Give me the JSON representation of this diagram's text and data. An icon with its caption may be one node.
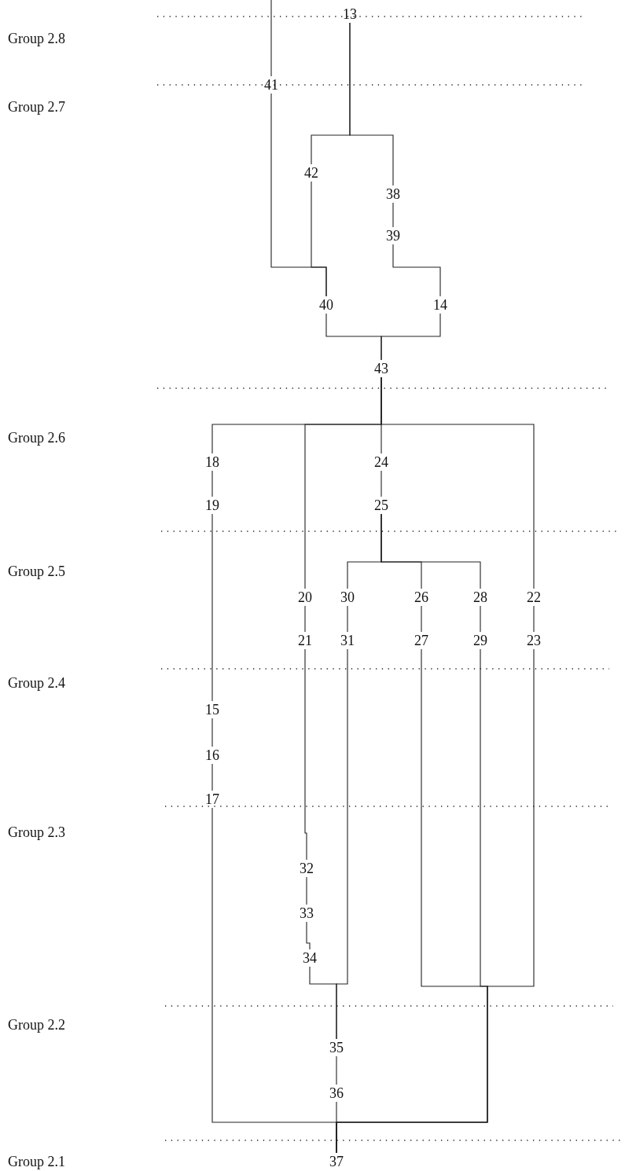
{
  "diagram": {
    "nodes": [
      {
        "text": [
          "13"
        ]
      },
      {
        "text": [
          "41"
        ]
      },
      {
        "text": [
          "42"
        ]
      },
      {
        "text": [
          "38"
        ]
      },
      {
        "text": [
          "39"
        ]
      },
      {
        "text": [
          "40"
        ]
      },
      {
        "text": [
          "14"
        ]
      },
      {
        "text": [
          "43"
        ]
      },
      {
        "text": [
          "18"
        ]
      },
      {
        "text": [
          "24"
        ]
      },
      {
        "text": [
          "19"
        ]
      },
      {
        "text": [
          "25"
        ]
      },
      {
        "text": [
          "20"
        ]
      },
      {
        "text": [
          "30"
        ]
      },
      {
        "text": [
          "26"
        ]
      },
      {
        "text": [
          "28"
        ]
      },
      {
        "text": [
          "22"
        ]
      },
      {
        "text": [
          "21"
        ]
      },
      {
        "text": [
          "31"
        ]
      },
      {
        "text": [
          "27"
        ]
      },
      {
        "text": [
          "29"
        ]
      },
      {
        "text": [
          "23"
        ]
      },
      {
        "text": [
          "15"
        ]
      },
      {
        "text": [
          "16"
        ]
      },
      {
        "text": [
          "17"
        ]
      },
      {
        "text": [
          "32"
        ]
      },
      {
        "text": [
          "33"
        ]
      },
      {
        "text": [
          "34"
        ]
      },
      {
        "text": [
          "35"
        ]
      },
      {
        "text": [
          "36"
        ]
      },
      {
        "text": [
          "37"
        ]
      }
    ],
    "edges": [
      {
        "from": null,
        "to": 1,
        "arrow": "none"
      },
      {
        "from": 1,
        "to": 5,
        "arrow": "none"
      },
      {
        "from": 2,
        "to": 5,
        "arrow": "none"
      },
      {
        "from": 0,
        "to": 2,
        "arrow": "none"
      },
      {
        "from": 0,
        "to": 3,
        "arrow": "none"
      },
      {
        "from": 3,
        "to": 4,
        "arrow": "none"
      },
      {
        "from": 4,
        "to": 6,
        "arrow": "none"
      },
      {
        "from": 5,
        "to": 7,
        "arrow": "none"
      },
      {
        "from": 6,
        "to": 7,
        "arrow": "none"
      },
      {
        "from": 7,
        "to": 8,
        "arrow": "none"
      },
      {
        "from": 7,
        "to": 12,
        "arrow": "none"
      },
      {
        "from": 7,
        "to": 9,
        "arrow": "none"
      },
      {
        "from": 7,
        "to": 16,
        "arrow": "none"
      },
      {
        "from": 8,
        "to": 10,
        "arrow": "none"
      },
      {
        "from": 10,
        "to": 22,
        "arrow": "none"
      },
      {
        "from": 22,
        "to": 23,
        "arrow": "none"
      },
      {
        "from": 23,
        "to": 24,
        "arrow": "none"
      },
      {
        "from": 24,
        "to": 30,
        "arrow": "none"
      },
      {
        "from": 12,
        "to": 17,
        "arrow": "none"
      },
      {
        "from": 17,
        "to": 25,
        "arrow": "none"
      },
      {
        "from": 25,
        "to": 26,
        "arrow": "none"
      },
      {
        "from": 26,
        "to": 27,
        "arrow": "none"
      },
      {
        "from": 27,
        "to": 28,
        "arrow": "none"
      },
      {
        "from": 18,
        "to": 28,
        "arrow": "none"
      },
      {
        "from": 28,
        "to": 29,
        "arrow": "none"
      },
      {
        "from": 29,
        "to": 30,
        "arrow": "none"
      },
      {
        "from": 9,
        "to": 11,
        "arrow": "none"
      },
      {
        "from": 11,
        "to": 13,
        "arrow": "none"
      },
      {
        "from": 11,
        "to": 14,
        "arrow": "none"
      },
      {
        "from": 11,
        "to": 15,
        "arrow": "none"
      },
      {
        "from": 13,
        "to": 18,
        "arrow": "none"
      },
      {
        "from": 14,
        "to": 19,
        "arrow": "none"
      },
      {
        "from": 15,
        "to": 20,
        "arrow": "none"
      },
      {
        "from": 16,
        "to": 21,
        "arrow": "none"
      },
      {
        "from": 19,
        "to": 30,
        "arrow": "none"
      },
      {
        "from": 20,
        "to": 30,
        "arrow": "none"
      },
      {
        "from": 21,
        "to": 30,
        "arrow": "none"
      }
    ],
    "labels": [
      "Group 2.8",
      "Group 2.7",
      "Group 2.6",
      "Group 2.5",
      "Group 2.4",
      "Group 2.3",
      "Group 2.2",
      "Group 2.1"
    ]
  }
}
